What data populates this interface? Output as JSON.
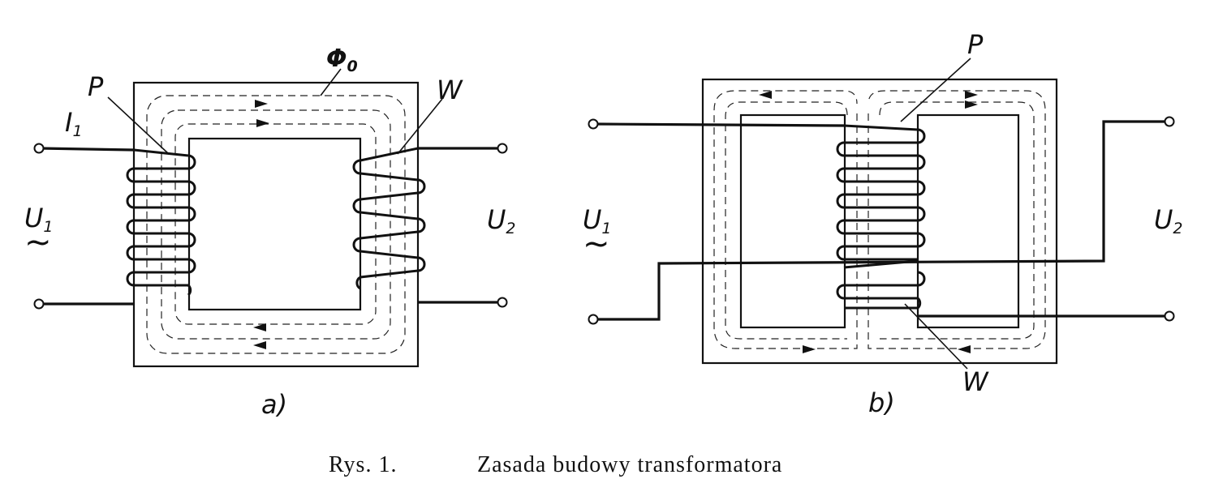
{
  "caption": {
    "number": "Rys. 1.",
    "title": "Zasada budowy transformatora"
  },
  "diagram_a": {
    "sublabel": "a)",
    "flux_label": "Φ",
    "flux_sub": "0",
    "current_label": "I",
    "current_sub": "1",
    "primary_label": "P",
    "secondary_label": "W",
    "input_voltage": "U",
    "input_voltage_sub": "1",
    "input_ac_symbol": "~",
    "output_voltage": "U",
    "output_voltage_sub": "2"
  },
  "diagram_b": {
    "sublabel": "b)",
    "primary_label": "P",
    "secondary_label": "W",
    "input_voltage": "U",
    "input_voltage_sub": "1",
    "input_ac_symbol": "~",
    "output_voltage": "U",
    "output_voltage_sub": "2"
  }
}
